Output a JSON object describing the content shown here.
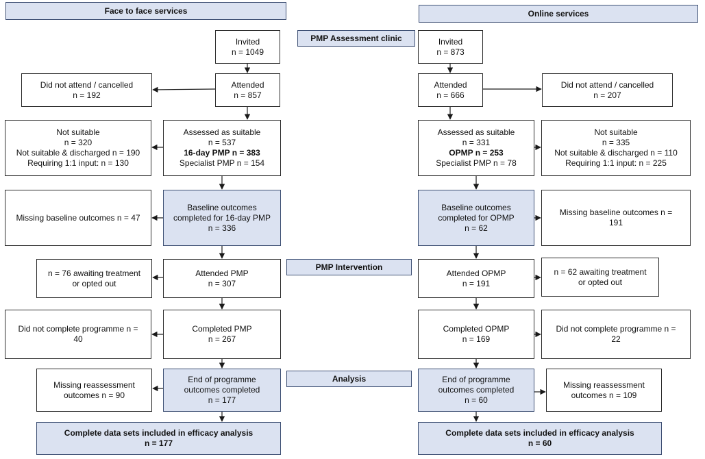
{
  "headers": {
    "face": "Face to face services",
    "online": "Online services"
  },
  "stages": {
    "assessment": "PMP Assessment clinic",
    "intervention": "PMP Intervention",
    "analysis": "Analysis"
  },
  "face": {
    "invited": [
      "Invited",
      "n = 1049"
    ],
    "attended": [
      "Attended",
      "n = 857"
    ],
    "dna": [
      "Did not attend / cancelled",
      "n = 192"
    ],
    "suitable": [
      "Assessed as suitable",
      "n = 537",
      "16-day PMP n = 383",
      "Specialist PMP n = 154"
    ],
    "not_suitable": [
      "Not suitable",
      "n = 320",
      "Not suitable & discharged n = 190",
      "Requiring 1:1 input: n = 130"
    ],
    "baseline": [
      "Baseline outcomes",
      "completed for 16-day PMP",
      "n = 336"
    ],
    "missing_baseline": [
      "Missing baseline outcomes n = 47"
    ],
    "attended_pmp": [
      "Attended PMP",
      "n = 307"
    ],
    "awaiting": [
      "n = 76 awaiting treatment",
      "or opted out"
    ],
    "completed": [
      "Completed PMP",
      "n = 267"
    ],
    "not_completed": [
      "Did not complete programme n =",
      "40"
    ],
    "end_outcomes": [
      "End of programme",
      "outcomes completed",
      "n = 177"
    ],
    "missing_reassess": [
      "Missing reassessment",
      "outcomes n = 90"
    ],
    "final": [
      "Complete data sets included in efficacy analysis",
      "n = 177"
    ]
  },
  "online": {
    "invited": [
      "Invited",
      "n = 873"
    ],
    "attended": [
      "Attended",
      "n = 666"
    ],
    "dna": [
      "Did not attend / cancelled",
      "n = 207"
    ],
    "suitable": [
      "Assessed as suitable",
      "n = 331",
      "OPMP  n = 253",
      "Specialist PMP  n = 78"
    ],
    "not_suitable": [
      "Not suitable",
      "n = 335",
      "Not suitable & discharged n = 110",
      "Requiring 1:1 input:  n =  225"
    ],
    "baseline": [
      "Baseline outcomes",
      "completed for OPMP",
      "n = 62"
    ],
    "missing_baseline": [
      "Missing baseline outcomes n =",
      "191"
    ],
    "attended_pmp": [
      "Attended OPMP",
      "n = 191"
    ],
    "awaiting": [
      "n = 62 awaiting treatment",
      "or opted out"
    ],
    "completed": [
      "Completed OPMP",
      "n = 169"
    ],
    "not_completed": [
      "Did not complete programme n =",
      "22"
    ],
    "end_outcomes": [
      "End of programme",
      "outcomes completed",
      "n = 60"
    ],
    "missing_reassess": [
      "Missing reassessment",
      "outcomes n = 109"
    ],
    "final": [
      "Complete data sets included in efficacy analysis",
      "n = 60"
    ]
  }
}
